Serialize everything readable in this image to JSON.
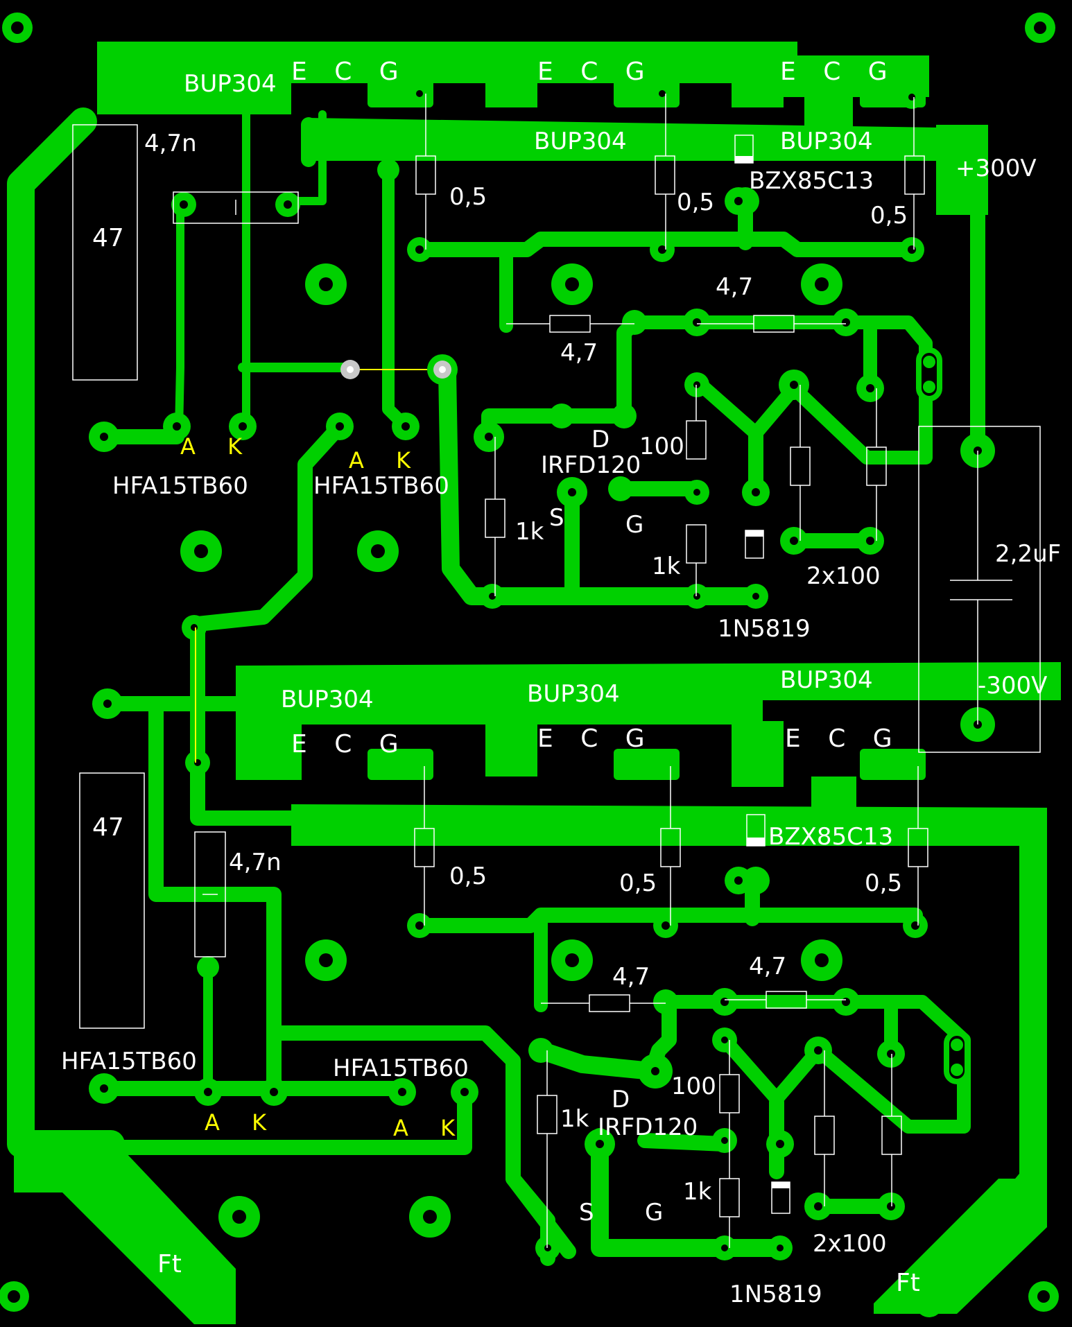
{
  "board": {
    "background": "#000000",
    "copper_color": "#00d000",
    "silkscreen_color": "#ffffff",
    "pin_label_color": "#ffff00",
    "jumper_color": "#ffff00",
    "jumper_pad_color": "#c8c8c8"
  },
  "labels": {
    "transistor_top_left": "BUP304",
    "transistor_top_mid": "BUP304",
    "transistor_top_right": "BUP304",
    "transistor_bot_left": "BUP304",
    "transistor_bot_mid": "BUP304",
    "transistor_bot_right": "BUP304",
    "ecg_top_1": "E C G",
    "ecg_top_2": "E C G",
    "ecg_top_3": "E C G",
    "ecg_bot_1": "E C G",
    "ecg_bot_2": "E C G",
    "ecg_bot_3": "E C G",
    "cap_top": "4,7n",
    "cap_bot": "4,7n",
    "res_big_top": "47",
    "res_big_bot": "47",
    "zener_top": "BZX85C13",
    "zener_bot": "BZX85C13",
    "plus_voltage": "+300V",
    "minus_voltage": "-300V",
    "big_cap": "2,2uF",
    "emitter_res_t1": "0,5",
    "emitter_res_t2": "0,5",
    "emitter_res_t3": "0,5",
    "emitter_res_b1": "0,5",
    "emitter_res_b2": "0,5",
    "emitter_res_b3": "0,5",
    "gate_res_t1": "4,7",
    "gate_res_t2": "4,7",
    "gate_res_b1": "4,7",
    "gate_res_b2": "4,7",
    "diode_tl": "HFA15TB60",
    "diode_tr": "HFA15TB60",
    "diode_bl": "HFA15TB60",
    "diode_br": "HFA15TB60",
    "ak_tl": "A K",
    "ak_tr": "A K",
    "ak_bl": "A K",
    "ak_br": "A K",
    "mosfet_top": "IRFD120",
    "mosfet_bot": "IRFD120",
    "d_top": "D",
    "d_bot": "D",
    "s_top": "S",
    "s_bot": "S",
    "g_top": "G",
    "g_bot": "G",
    "r100_top": "100",
    "r100_bot": "100",
    "r1k_top_a": "1k",
    "r1k_top_b": "1k",
    "r1k_bot_a": "1k",
    "r1k_bot_b": "1k",
    "r2x100_top": "2x100",
    "r2x100_bot": "2x100",
    "schottky_top": "1N5819",
    "schottky_bot": "1N5819",
    "ft_left": "Ft",
    "ft_right": "Ft"
  }
}
